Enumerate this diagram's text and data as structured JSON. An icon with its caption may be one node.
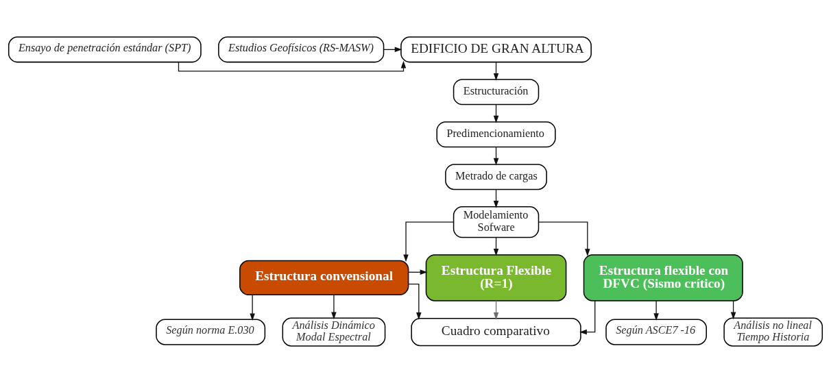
{
  "diagram": {
    "nodes": [
      {
        "text": [
          "Ensayo de penetración estándar (SPT)"
        ]
      },
      {
        "text": [
          "Estudios Geofísicos (RS-MASW)"
        ]
      },
      {
        "text": [
          "EDIFICIO DE GRAN ALTURA"
        ]
      },
      {
        "text": [
          "Estructuración"
        ]
      },
      {
        "text": [
          "Predimencionamiento"
        ]
      },
      {
        "text": [
          "Metrado de cargas"
        ]
      },
      {
        "text": [
          "Modelamiento Sofware"
        ]
      },
      {
        "text": [
          "Según norma E.030"
        ]
      },
      {
        "text": [
          "Estructura convensional"
        ]
      },
      {
        "text": [
          "Estructura Flexible (R=1)"
        ]
      },
      {
        "text": [
          "Estructura flexible con DFVC (Sismo crítico)"
        ]
      },
      {
        "text": [
          "Según ASCE7 -16"
        ]
      },
      {
        "text": [
          "Análisis Dinámico Modal Espectral"
        ]
      },
      {
        "text": [
          "Análisis no lineal Tiempo Historia"
        ]
      },
      {
        "text": [
          "Cuadro comparativo"
        ]
      }
    ],
    "edges": [
      {
        "from": 0,
        "to": 2,
        "arrow": "to"
      },
      {
        "from": 1,
        "to": 2,
        "arrow": "to"
      },
      {
        "from": 2,
        "to": 3,
        "arrow": "to"
      },
      {
        "from": 3,
        "to": 4,
        "arrow": "to"
      },
      {
        "from": 4,
        "to": 5,
        "arrow": "to"
      },
      {
        "from": 5,
        "to": 6,
        "arrow": "to"
      },
      {
        "from": 6,
        "to": 8,
        "arrow": "to"
      },
      {
        "from": 6,
        "to": 9,
        "arrow": "to"
      },
      {
        "from": 6,
        "to": 10,
        "arrow": "to"
      },
      {
        "from": 8,
        "to": 7,
        "arrow": "to"
      },
      {
        "from": 8,
        "to": 12,
        "arrow": "to"
      },
      {
        "from": 8,
        "to": 9,
        "arrow": "to"
      },
      {
        "from": 10,
        "to": 11,
        "arrow": "to"
      },
      {
        "from": 10,
        "to": 13,
        "arrow": "to"
      },
      {
        "from": 8,
        "to": 14,
        "arrow": "to"
      },
      {
        "from": 9,
        "to": 14,
        "arrow": "to",
        "color": "#707070"
      },
      {
        "from": 10,
        "to": 14,
        "arrow": "to"
      }
    ]
  }
}
